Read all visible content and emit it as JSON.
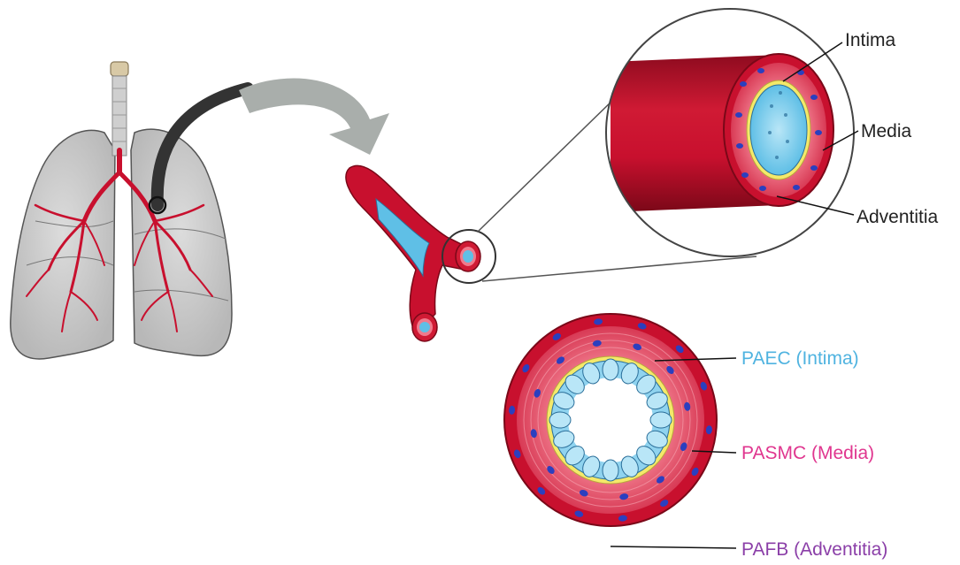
{
  "labels": {
    "intima": "Intima",
    "media": "Media",
    "adventitia": "Adventitia",
    "paec": "PAEC (Intima)",
    "pasmc": "PASMC (Media)",
    "pafb": "PAFB (Adventitia)"
  },
  "colors": {
    "paec_label": "#4fb3e0",
    "pasmc_label": "#e0368f",
    "pafb_label": "#8b3fa8",
    "label_dark": "#222222",
    "vessel_red": "#c8102e",
    "vessel_dark": "#8e0b1f",
    "media_pink": "#e8506a",
    "endothelium_blue": "#8fd3ef",
    "elastic_yellow": "#f4e96a",
    "nuclei_blue": "#2b3fbf",
    "lung_gray": "#c9c9c9",
    "arrow_gray": "#a9aeab"
  },
  "icons": [
    "lungs-icon",
    "trachea-icon",
    "pulmonary-artery-tree-icon",
    "magnifier-circle-icon",
    "curved-arrow-icon",
    "artery-branch-icon",
    "artery-cross-section-icon"
  ]
}
